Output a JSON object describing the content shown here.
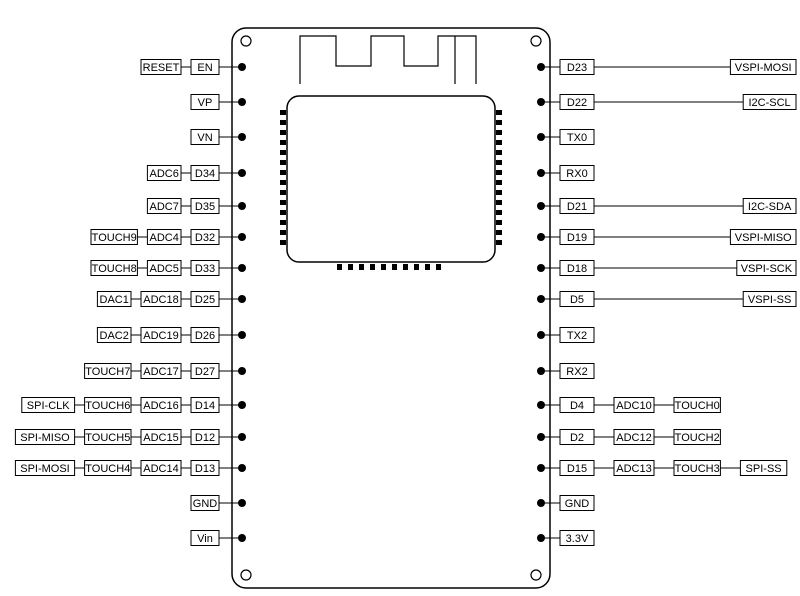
{
  "board": {
    "left_pins": [
      {
        "pin": "EN",
        "functions": [
          "RESET"
        ]
      },
      {
        "pin": "VP",
        "functions": []
      },
      {
        "pin": "VN",
        "functions": []
      },
      {
        "pin": "D34",
        "functions": [
          "ADC6"
        ]
      },
      {
        "pin": "D35",
        "functions": [
          "ADC7"
        ]
      },
      {
        "pin": "D32",
        "functions": [
          "ADC4",
          "TOUCH9"
        ]
      },
      {
        "pin": "D33",
        "functions": [
          "ADC5",
          "TOUCH8"
        ]
      },
      {
        "pin": "D25",
        "functions": [
          "ADC18",
          "DAC1"
        ]
      },
      {
        "pin": "D26",
        "functions": [
          "ADC19",
          "DAC2"
        ]
      },
      {
        "pin": "D27",
        "functions": [
          "ADC17",
          "TOUCH7"
        ]
      },
      {
        "pin": "D14",
        "functions": [
          "ADC16",
          "TOUCH6",
          "SPI-CLK"
        ]
      },
      {
        "pin": "D12",
        "functions": [
          "ADC15",
          "TOUCH5",
          "SPI-MISO"
        ]
      },
      {
        "pin": "D13",
        "functions": [
          "ADC14",
          "TOUCH4",
          "SPI-MOSI"
        ]
      },
      {
        "pin": "GND",
        "functions": []
      },
      {
        "pin": "Vin",
        "functions": []
      }
    ],
    "right_pins": [
      {
        "pin": "D23",
        "functions": [
          "VSPI-MOSI"
        ],
        "far": true
      },
      {
        "pin": "D22",
        "functions": [
          "I2C-SCL"
        ],
        "far": true
      },
      {
        "pin": "TX0",
        "functions": []
      },
      {
        "pin": "RX0",
        "functions": []
      },
      {
        "pin": "D21",
        "functions": [
          "I2C-SDA"
        ],
        "far": true
      },
      {
        "pin": "D19",
        "functions": [
          "VSPI-MISO"
        ],
        "far": true
      },
      {
        "pin": "D18",
        "functions": [
          "VSPI-SCK"
        ],
        "far": true
      },
      {
        "pin": "D5",
        "functions": [
          "VSPI-SS"
        ],
        "far": true
      },
      {
        "pin": "TX2",
        "functions": []
      },
      {
        "pin": "RX2",
        "functions": []
      },
      {
        "pin": "D4",
        "functions": [
          "ADC10",
          "TOUCH0"
        ]
      },
      {
        "pin": "D2",
        "functions": [
          "ADC12",
          "TOUCH2"
        ]
      },
      {
        "pin": "D15",
        "functions": [
          "ADC13",
          "TOUCH3",
          "SPI-SS"
        ]
      },
      {
        "pin": "GND",
        "functions": []
      },
      {
        "pin": "3.3V",
        "functions": []
      }
    ]
  }
}
